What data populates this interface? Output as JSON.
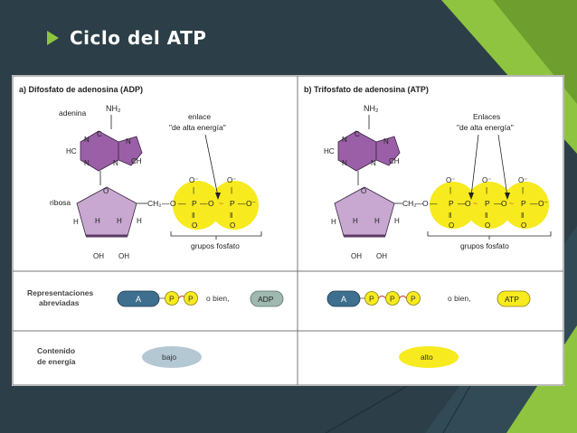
{
  "slide": {
    "title": "Ciclo del ATP",
    "colors": {
      "background": "#2c3e48",
      "accent_green": "#8fc440",
      "phosphate_yellow": "#f7ea1e",
      "adenine_purple": "#9b5fa8",
      "ribose_purple": "#c8a8d0",
      "adenine_pill": "#3f6f8f",
      "adp_pill": "#9fb8b0",
      "low_energy": "#b4c8d4"
    }
  },
  "figure": {
    "adp": {
      "heading": "a) Difosfato de adenosina (ADP)",
      "adenina_label": "adenina",
      "ribosa_label": "ribosa",
      "enlace_label_1": "enlace",
      "enlace_label_2": "\"de alta energía\"",
      "grupos_label": "grupos fosfato",
      "chain": [
        "CH₂",
        "—",
        "O",
        "—",
        "P",
        "—",
        "O",
        "~",
        "P",
        "—",
        "O⁻"
      ],
      "abbrev_a": "A",
      "abbrev_p1": "P",
      "abbrev_p2": "P",
      "obien": "o bien,",
      "short": "ADP",
      "energy": "bajo"
    },
    "atp": {
      "heading": "b) Trifosfato de adenosina (ATP)",
      "enlaces_label_1": "Enlaces",
      "enlaces_label_2": "\"de alta energía\"",
      "grupos_label": "grupos fosfato",
      "chain": [
        "CH₂",
        "—",
        "O",
        "—",
        "P",
        "—",
        "O",
        "~",
        "P",
        "—",
        "O",
        "~",
        "P",
        "—",
        "O⁻"
      ],
      "abbrev_a": "A",
      "abbrev_p1": "P",
      "abbrev_p2": "P",
      "abbrev_p3": "P",
      "obien": "o bien,",
      "short": "ATP",
      "energy": "alto"
    },
    "rows": {
      "representaciones_1": "Representaciones",
      "representaciones_2": "abreviadas",
      "contenido_1": "Contenido",
      "contenido_2": "de energía"
    },
    "atoms": {
      "nh2": "NH₂",
      "n": "N",
      "c": "C",
      "hc": "HC",
      "ch": "CH",
      "h": "H",
      "o": "O",
      "oh": "OH",
      "o_minus": "O⁻",
      "double_bond": "‖"
    }
  }
}
